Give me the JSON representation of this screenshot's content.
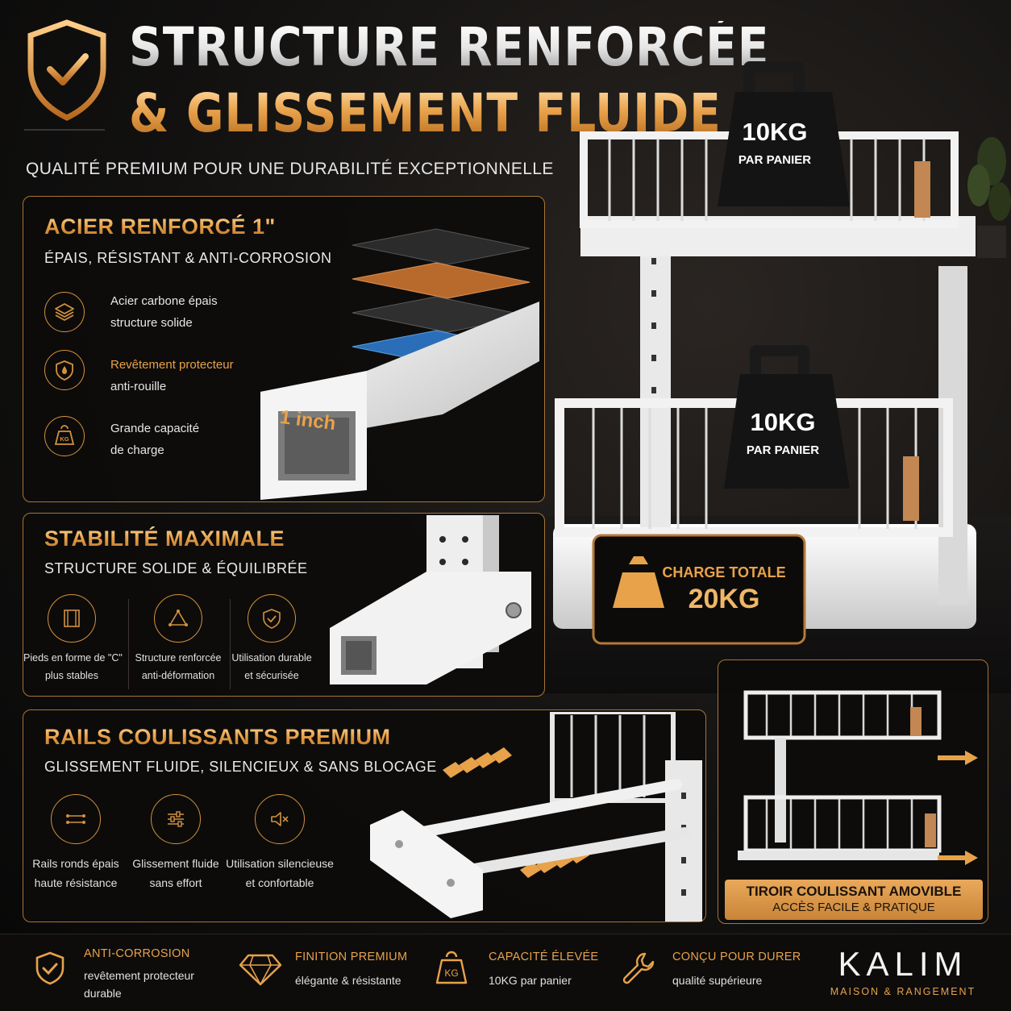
{
  "header": {
    "title_line1": "STRUCTURE RENFORCÉE",
    "title_line2": "& GLISSEMENT FLUIDE",
    "subtitle": "QUALITÉ PREMIUM POUR UNE DURABILITÉ EXCEPTIONNELLE"
  },
  "section_steel": {
    "title": "ACIER RENFORCÉ 1\"",
    "subtitle": "ÉPAIS, RÉSISTANT & ANTI-CORROSION",
    "features": [
      {
        "icon": "layers-icon",
        "line1": "Acier carbone épais",
        "line2": "structure solide"
      },
      {
        "icon": "drop-shield-icon",
        "line1": "Revêtement protecteur",
        "line2": "anti-rouille"
      },
      {
        "icon": "kg-weight-icon",
        "icon_text": "KG",
        "line1": "Grande capacité",
        "line2": "de charge"
      }
    ],
    "tube_label": "1 inch"
  },
  "section_stability": {
    "title": "STABILITÉ MAXIMALE",
    "subtitle": "STRUCTURE SOLIDE & ÉQUILIBRÉE",
    "features": [
      {
        "icon": "c-foot-icon",
        "line1": "Pieds en forme de \"C\"",
        "line2": "plus stables"
      },
      {
        "icon": "triangle-icon",
        "line1": "Structure renforcée",
        "line2": "anti-déformation"
      },
      {
        "icon": "shield-check-icon",
        "line1": "Utilisation durable",
        "line2": "et sécurisée"
      }
    ]
  },
  "section_rails": {
    "title": "RAILS COULISSANTS PREMIUM",
    "subtitle": "GLISSEMENT FLUIDE, SILENCIEUX & SANS BLOCAGE",
    "features": [
      {
        "icon": "rails-icon",
        "line1": "Rails ronds épais",
        "line2": "haute résistance"
      },
      {
        "icon": "sliders-icon",
        "line1": "Glissement fluide",
        "line2": "sans effort"
      },
      {
        "icon": "mute-icon",
        "line1": "Utilisation silencieuse",
        "line2": "et confortable"
      }
    ]
  },
  "product": {
    "weight_top_value": "10KG",
    "weight_top_label": "PAR PANIER",
    "weight_bottom_value": "10KG",
    "weight_bottom_label": "PAR PANIER",
    "charge_label": "CHARGE TOTALE",
    "charge_value": "20KG"
  },
  "drawer_panel": {
    "title": "TIROIR COULISSANT AMOVIBLE",
    "subtitle": "ACCÈS FACILE & PRATIQUE"
  },
  "bottom_bar": [
    {
      "icon": "shield-check-icon",
      "title": "ANTI-CORROSION",
      "line1": "revêtement protecteur",
      "line2": "durable"
    },
    {
      "icon": "diamond-icon",
      "title": "FINITION PREMIUM",
      "line1": "élégante & résistante",
      "line2": ""
    },
    {
      "icon": "kg-weight-icon",
      "icon_text": "KG",
      "title": "CAPACITÉ ÉLEVÉE",
      "line1": "10KG par panier",
      "line2": ""
    },
    {
      "icon": "wrench-icon",
      "title": "CONÇU POUR DURER",
      "line1": "qualité supérieure",
      "line2": ""
    }
  ],
  "brand": {
    "name": "KALIM",
    "tagline": "MAISON & RANGEMENT"
  },
  "colors": {
    "accent_gold": "#e8a24a",
    "panel_border": "#a87434",
    "background": "#0b0a0a"
  }
}
